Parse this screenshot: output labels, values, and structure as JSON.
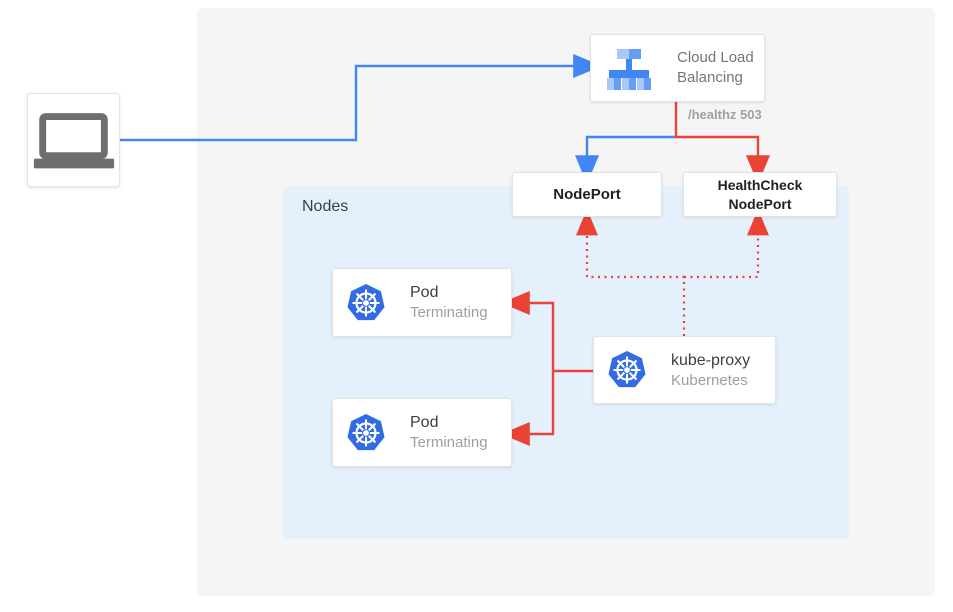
{
  "colors": {
    "blue": "#4285f4",
    "red": "#ea4335",
    "kubernetes_blue": "#326ce5",
    "canvas_bg": "#f5f5f6",
    "nodes_bg": "#e4f1fc",
    "muted_text": "#9aa0a6",
    "dark_text": "#3c4043"
  },
  "client": {
    "icon": "laptop-icon"
  },
  "cloud_load_balancing": {
    "icon": "cloud-load-balancing-icon",
    "label_line1": "Cloud Load",
    "label_line2": "Balancing"
  },
  "health_check_annotation": "/healthz 503",
  "node_port": {
    "label": "NodePort"
  },
  "health_check_node_port": {
    "label_line1": "HealthCheck",
    "label_line2": "NodePort"
  },
  "nodes_group": {
    "label": "Nodes"
  },
  "pods": [
    {
      "title": "Pod",
      "status": "Terminating",
      "icon": "kubernetes-icon"
    },
    {
      "title": "Pod",
      "status": "Terminating",
      "icon": "kubernetes-icon"
    }
  ],
  "kube_proxy": {
    "title": "kube-proxy",
    "subtitle": "Kubernetes",
    "icon": "kubernetes-icon"
  }
}
